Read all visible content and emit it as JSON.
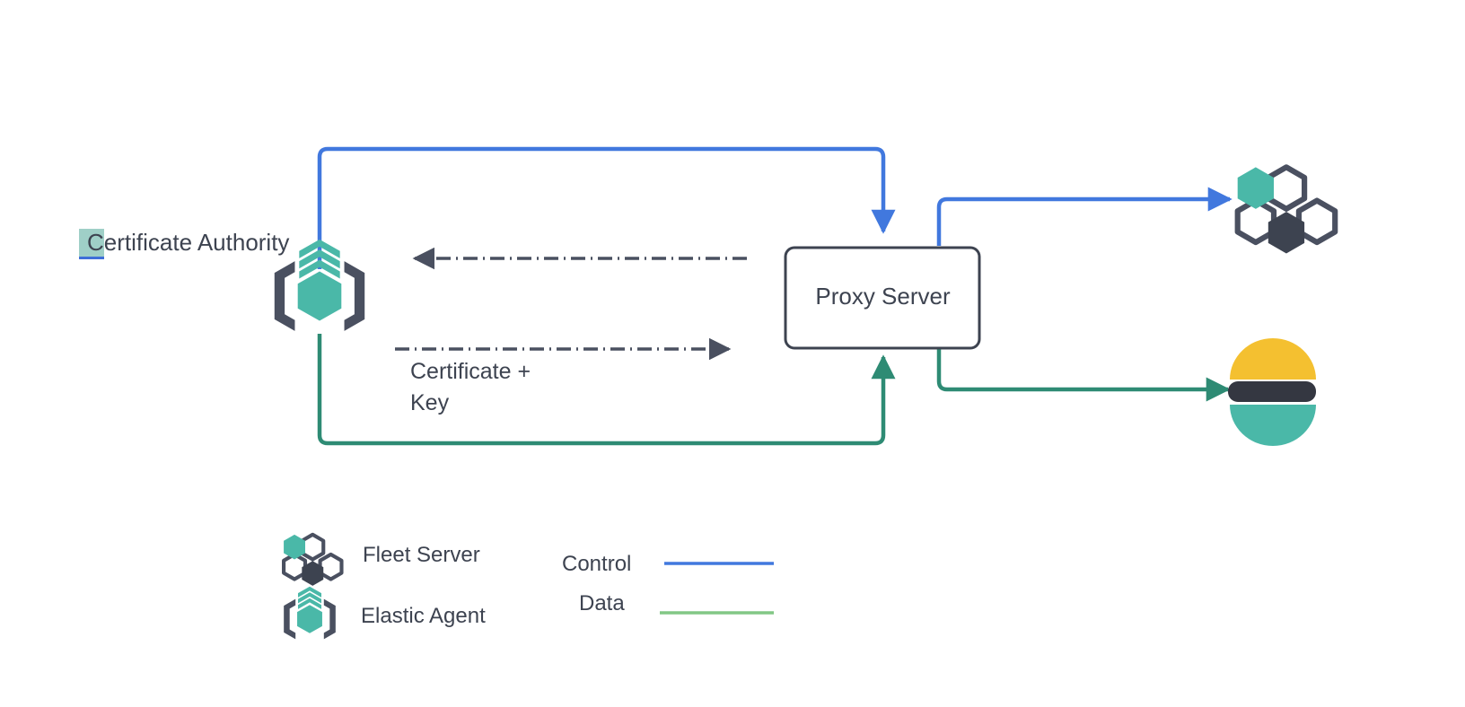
{
  "diagram": {
    "title": "Elastic Agent / Fleet Server proxy certificate flow",
    "nodes": {
      "certificate_authority": {
        "label": "Certificate Authority",
        "highlight_char": "C",
        "icon": "elastic-agent-icon"
      },
      "proxy_server": {
        "label": "Proxy Server"
      },
      "fleet_server": {
        "icon": "fleet-server-icon"
      },
      "elasticsearch": {
        "icon": "elasticsearch-icon"
      }
    },
    "edge_labels": {
      "certificate_key_line1": "Certificate +",
      "certificate_key_line2": "Key"
    }
  },
  "legend": {
    "icons": [
      {
        "name": "fleet-server-icon",
        "label": "Fleet Server"
      },
      {
        "name": "elastic-agent-icon",
        "label": "Elastic Agent"
      }
    ],
    "lines": [
      {
        "name": "control-line",
        "label": "Control",
        "color": "#4178de"
      },
      {
        "name": "data-line",
        "label": "Data",
        "color": "#82c785"
      }
    ]
  },
  "colors": {
    "control_blue": "#4178de",
    "data_green": "#2e8b74",
    "legend_data_green": "#82c785",
    "dark_slate": "#4a5060",
    "teal": "#4ab8a8",
    "elastic_yellow": "#f4c030",
    "elastic_dark": "#343741",
    "highlight_teal": "#9fcfc7",
    "text": "#3d4350"
  }
}
